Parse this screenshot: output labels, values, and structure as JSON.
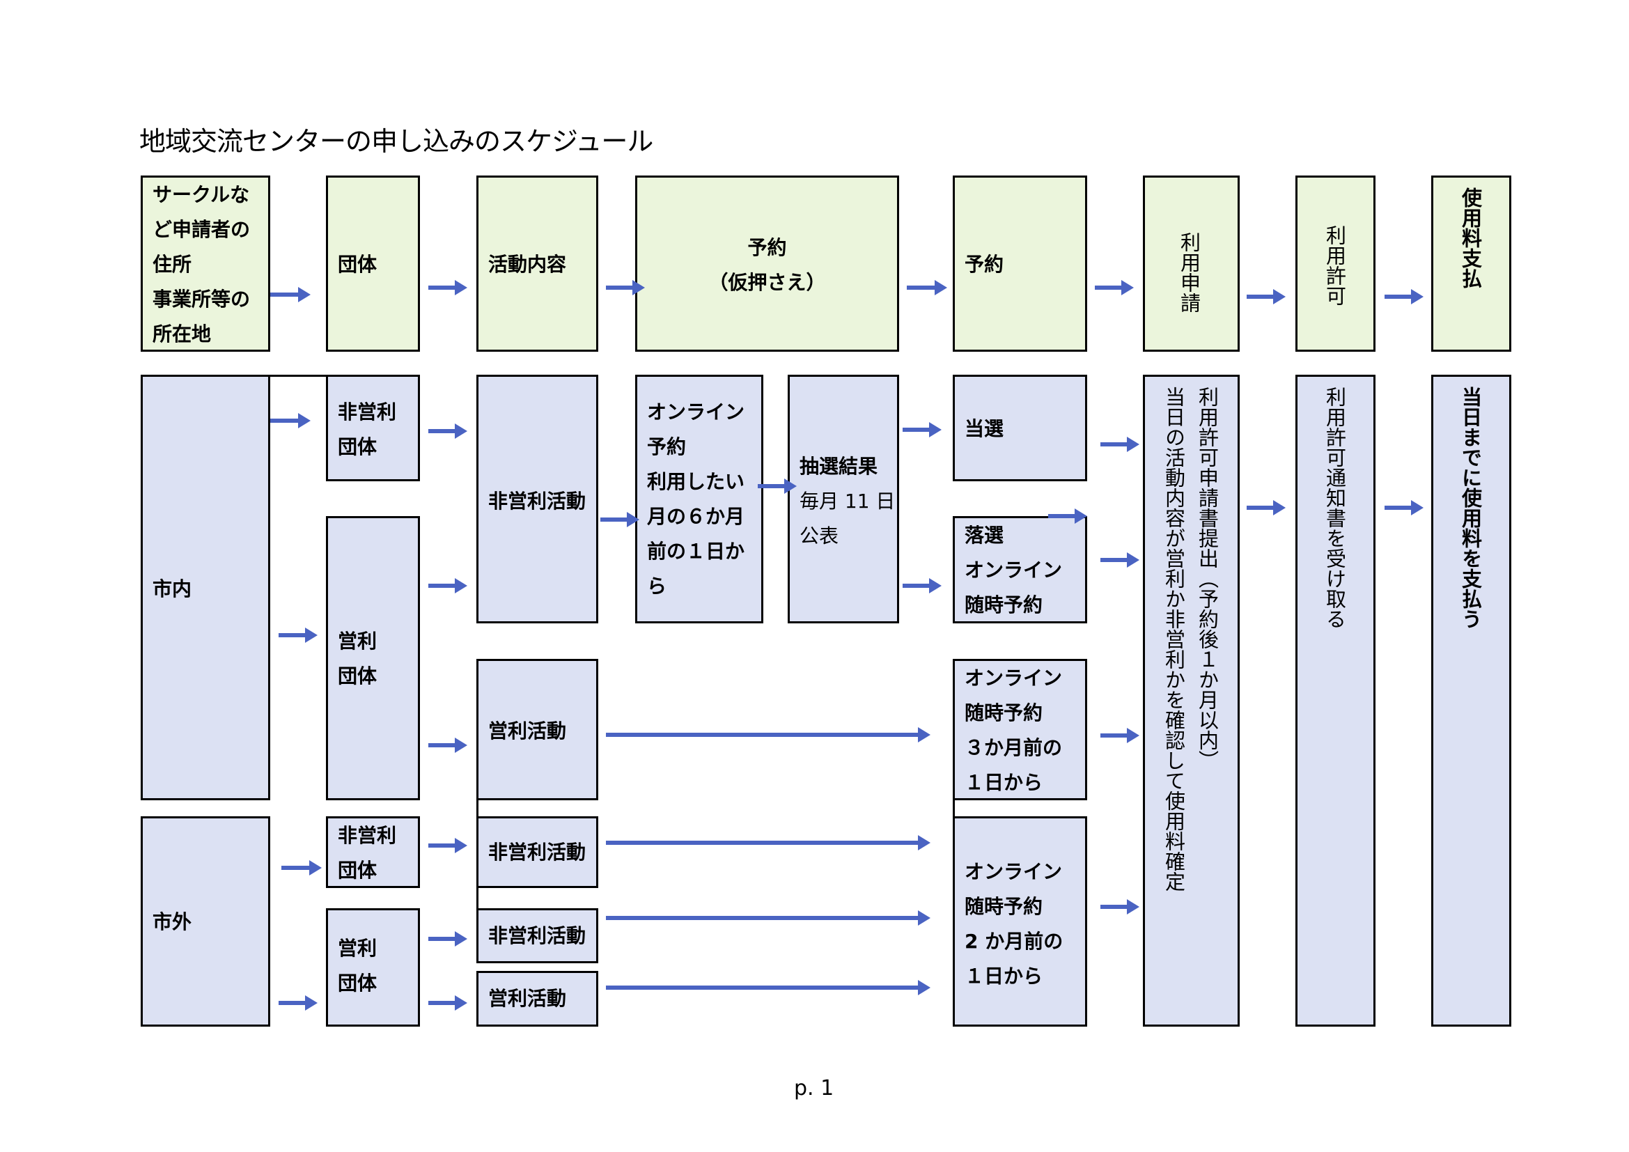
{
  "title": "地域交流センターの申し込みのスケジュール",
  "page_number": "p. 1",
  "colors": {
    "header_fill": "#ebf5dc",
    "body_fill": "#dce1f3",
    "arrow": "#4a63c2",
    "border": "#000000"
  },
  "header_row": [
    {
      "id": "applicant-location",
      "lines": [
        "サークルな",
        "ど申請者の",
        "住所",
        "事業所等の",
        "所在地"
      ]
    },
    {
      "id": "group",
      "lines": [
        "団体"
      ]
    },
    {
      "id": "activity",
      "lines": [
        "活動内容"
      ]
    },
    {
      "id": "provisional-reservation",
      "lines": [
        "予約",
        "（仮押さえ）"
      ]
    },
    {
      "id": "reservation",
      "lines": [
        "予約"
      ]
    },
    {
      "id": "application",
      "vertical": "利用申請"
    },
    {
      "id": "permission",
      "vertical": "利用許可"
    },
    {
      "id": "payment",
      "vertical": "使用料支払"
    }
  ],
  "location": {
    "inside": "市内",
    "outside": "市外"
  },
  "groups": {
    "inside_nonprofit": [
      "非営利",
      "団体"
    ],
    "inside_profit": [
      "営利",
      "団体"
    ],
    "outside_nonprofit": [
      "非営利",
      "団体"
    ],
    "outside_profit": [
      "営利",
      "団体"
    ]
  },
  "activities": {
    "inside_nonprofit": "非営利活動",
    "inside_profit": "営利活動",
    "outside_nonprofit_1": "非営利活動",
    "outside_nonprofit_2": "非営利活動",
    "outside_profit": "営利活動"
  },
  "online_reservation": [
    "オンライン",
    "予約",
    "利用したい",
    "月の６か月",
    "前の１日か",
    "ら"
  ],
  "lottery": [
    "抽選結果",
    "毎月 11 日",
    "公表"
  ],
  "results": {
    "won": [
      "当選"
    ],
    "lost": [
      "落選",
      "オンライン",
      "随時予約"
    ],
    "anytime_3m": [
      "オンライン",
      "随時予約",
      "３か月前の",
      "１日から"
    ],
    "anytime_2m": [
      "オンライン",
      "随時予約",
      "2 か月前の",
      "１日から"
    ]
  },
  "application_detail": {
    "col1": "利用許可申請書提出（予約後１か月以内）",
    "col2": "当日の活動内容が営利か非営利かを確認して使用料確定"
  },
  "permission_detail": "利用許可通知書を受け取る",
  "payment_detail": "当日までに使用料を支払う"
}
